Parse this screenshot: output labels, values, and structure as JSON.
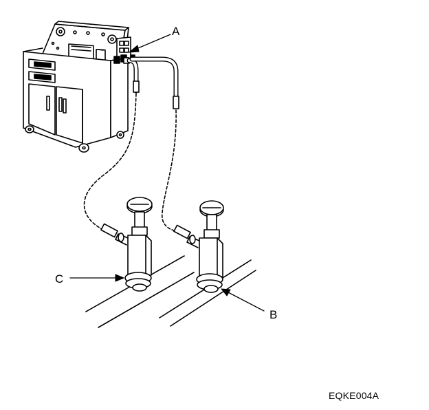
{
  "callouts": {
    "a": "A",
    "b": "B",
    "c": "C"
  },
  "figure_id": "EQKE004A",
  "colors": {
    "ink": "#000000",
    "paper": "#ffffff"
  }
}
